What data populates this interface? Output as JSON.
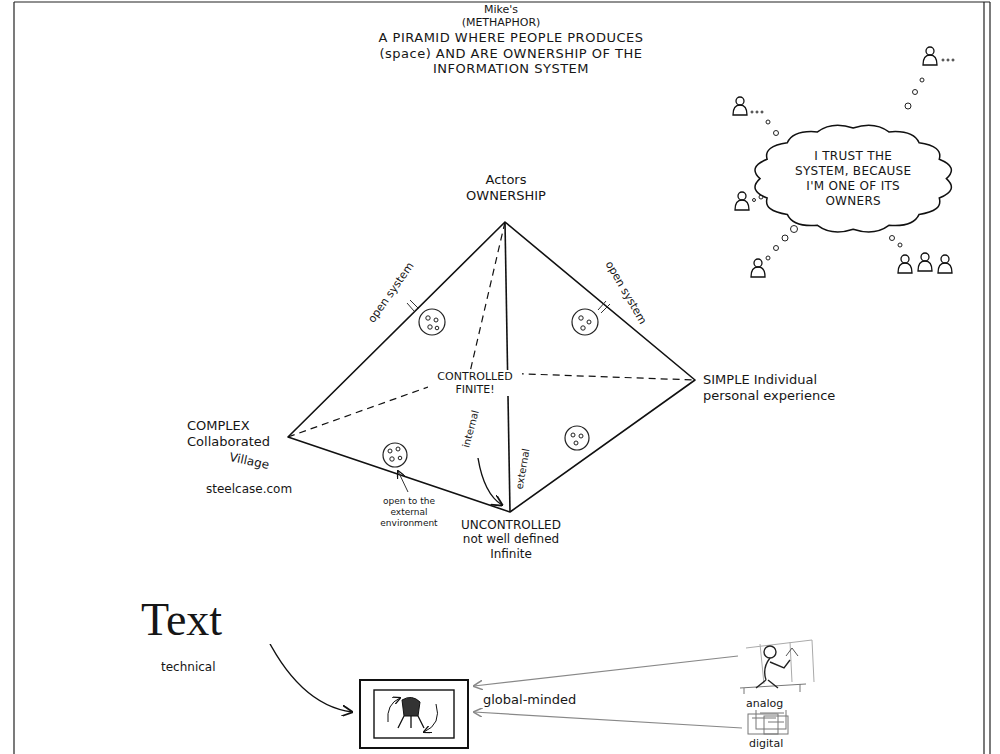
{
  "diagram": {
    "title": "A PIRAMID WHERE PEOPLE PRODUCES (space) AND ARE OWNERSHIP OF THE INFORMATION SYSTEM",
    "nodes": [
      {
        "text": [
          "I TRUST THE SYSTEM, BECAUSE I'M ONE OF ITS OWNERS"
        ]
      }
    ],
    "labels": [
      "Mike's",
      "(METHAPHOR)",
      "Actors OWNERSHIP",
      "open system",
      "open system",
      "CONTROLLED FINITE!",
      "internal",
      "external",
      "COMPLEX Collaborated",
      "Village",
      "steelcase.com",
      "open to the external environment",
      "SIMPLE Individual personal experience",
      "UNCONTROLLED not well defined Infinite",
      "Text",
      "technical",
      "global-minded",
      "analog",
      "digital"
    ]
  }
}
